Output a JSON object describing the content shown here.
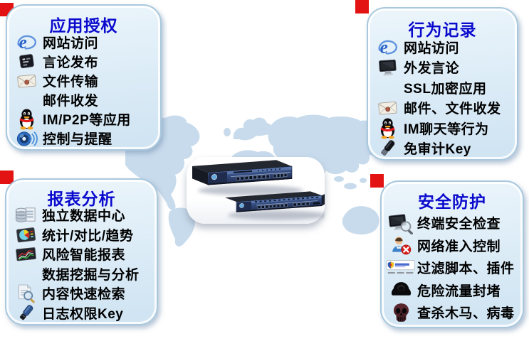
{
  "panels": {
    "top_left": {
      "title": "应用授权",
      "items": [
        {
          "label": "网站访问",
          "icon": "ie"
        },
        {
          "label": "言论发布",
          "icon": "keypad"
        },
        {
          "label": "文件传输",
          "icon": "envelope"
        },
        {
          "label": "邮件收发",
          "icon": ""
        },
        {
          "label": "IM/P2P等应用",
          "icon": "qq"
        },
        {
          "label": "控制与提醒",
          "icon": "speaker"
        }
      ]
    },
    "top_right": {
      "title": "行为记录",
      "items": [
        {
          "label": "网站访问",
          "icon": "ie"
        },
        {
          "label": "外发言论",
          "icon": "monitor"
        },
        {
          "label": "SSL加密应用",
          "icon": ""
        },
        {
          "label": "邮件、文件收发",
          "icon": "envelope"
        },
        {
          "label": "IM聊天等行为",
          "icon": "qq"
        },
        {
          "label": "免审计Key",
          "icon": "usb"
        }
      ]
    },
    "bottom_left": {
      "title": "报表分析",
      "items": [
        {
          "label": "独立数据中心",
          "icon": "database"
        },
        {
          "label": "统计/对比/趋势",
          "icon": "piechart"
        },
        {
          "label": "风险智能报表",
          "icon": "linechart"
        },
        {
          "label": "数据挖掘与分析",
          "icon": ""
        },
        {
          "label": "内容快速检索",
          "icon": "search"
        },
        {
          "label": "日志权限Key",
          "icon": "usbkey"
        }
      ]
    },
    "bottom_right": {
      "title": "安全防护",
      "items": [
        {
          "label": "终端安全检查",
          "icon": "scan"
        },
        {
          "label": "网络准入控制",
          "icon": "person-block"
        },
        {
          "label": "过滤脚本、插件",
          "icon": "plugin-banner"
        },
        {
          "label": "危险流量封堵",
          "icon": "hooded"
        },
        {
          "label": "查杀木马、病毒",
          "icon": "skull"
        }
      ]
    }
  },
  "center": {
    "image": "dual-rack-security-appliances"
  },
  "colors": {
    "panel_bg": "#dcecf7",
    "panel_border": "#a9c8dd",
    "title_text": "#0a0acd",
    "item_text": "#000000",
    "corner_accent_red": "#e31313",
    "map_blue": "#c8dbec",
    "device_navy": "#32487a"
  }
}
